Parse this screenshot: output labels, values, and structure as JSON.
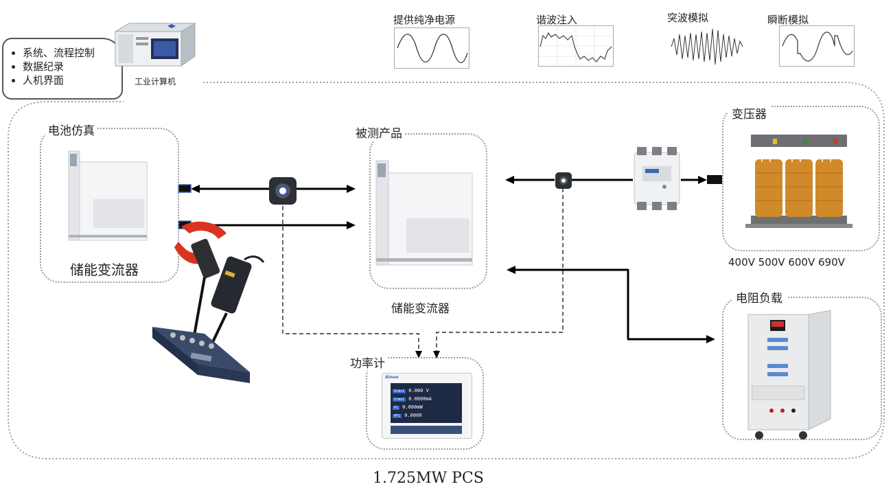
{
  "ipc": {
    "label": "工业计算机",
    "features": [
      "系统、流程控制",
      "数据纪录",
      "人机界面"
    ]
  },
  "waves": [
    {
      "title": "提供纯净电源",
      "icon": "sine-wave-icon"
    },
    {
      "title": "谐波注入",
      "icon": "harmonic-wave-icon"
    },
    {
      "title": "突波模拟",
      "icon": "surge-wave-icon"
    },
    {
      "title": "瞬断模拟",
      "icon": "interruption-wave-icon"
    }
  ],
  "battery": {
    "title": "电池仿真",
    "device_label": "储能变流器"
  },
  "dut": {
    "title": "被测产品",
    "device_label": "储能变流器"
  },
  "transformer": {
    "title": "变压器",
    "voltages": "400V 500V 600V 690V"
  },
  "load": {
    "title": "电阻负载"
  },
  "power_meter": {
    "title": "功率计",
    "brand": "Ainuo",
    "readings": [
      {
        "tag": "Urms1",
        "value": "0.000 V"
      },
      {
        "tag": "Irms1",
        "value": "0.0000mA"
      },
      {
        "tag": "P1",
        "value": "0.000mW"
      },
      {
        "tag": "PF1",
        "value": "0.0000"
      }
    ]
  },
  "footer": {
    "caption": "1.725MW PCS"
  },
  "colors": {
    "border": "#9a9a9a",
    "arrow": "#000000",
    "meter_screen": "#1f3f86"
  }
}
